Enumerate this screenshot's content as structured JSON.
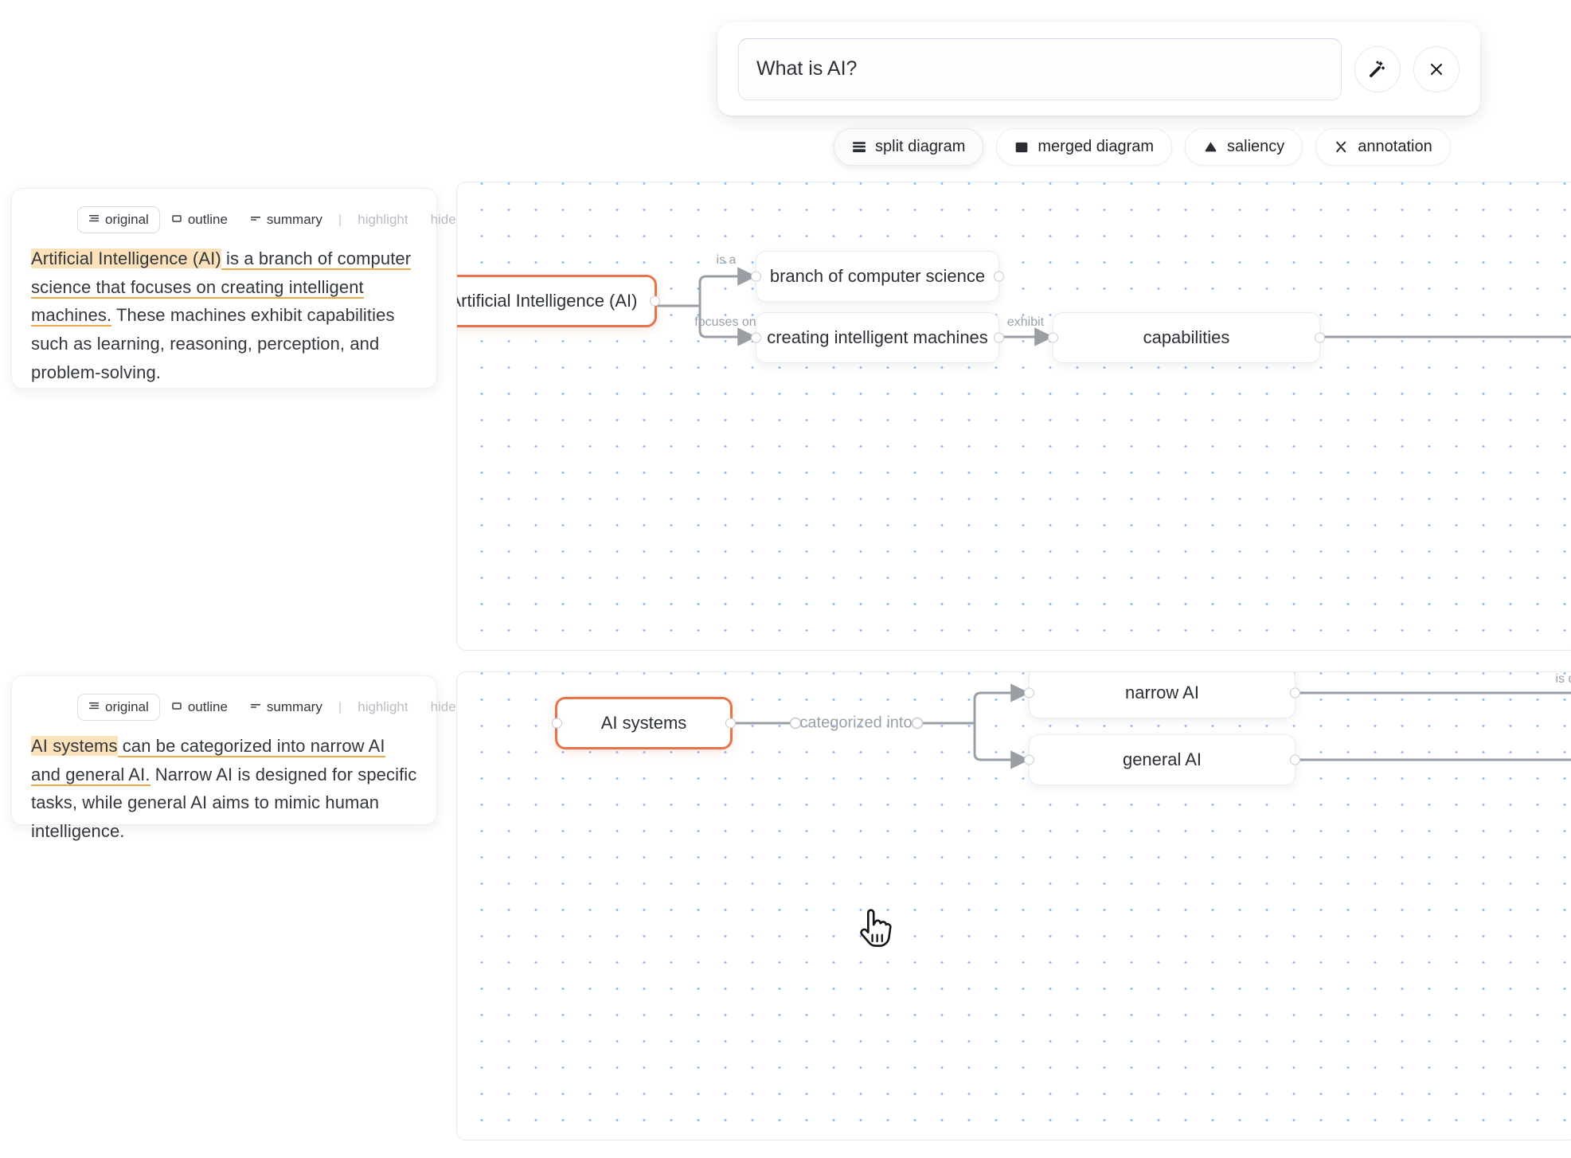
{
  "search": {
    "value": "What is AI?",
    "placeholder": "What is AI?",
    "generate_icon": "magic-wand-icon",
    "close_icon": "close-icon"
  },
  "mode_bar": {
    "buttons": [
      {
        "label": "split diagram",
        "icon": "stacked-lines-icon",
        "active": true
      },
      {
        "label": "merged diagram",
        "icon": "filled-square-icon",
        "active": false
      },
      {
        "label": "saliency",
        "icon": "heatmap-mountain-icon",
        "active": false
      },
      {
        "label": "annotation",
        "icon": "pen-strike-icon",
        "active": false
      }
    ]
  },
  "cards": [
    {
      "tools": {
        "original": "original",
        "outline": "outline",
        "summary": "summary",
        "separator": "|",
        "highlight": "highlight",
        "hide": "hide"
      },
      "segments": [
        {
          "text": "Artificial Intelligence (AI)",
          "highlight": true,
          "underline": false
        },
        {
          "text": " is a branch of computer science that focuses on creating intelligent machines.",
          "highlight": false,
          "underline": true
        },
        {
          "text": " These machines exhibit capabilities such as learning, reasoning, perception, and problem-solving.",
          "highlight": false,
          "underline": false
        }
      ]
    },
    {
      "tools": {
        "original": "original",
        "outline": "outline",
        "summary": "summary",
        "separator": "|",
        "highlight": "highlight",
        "hide": "hide"
      },
      "segments": [
        {
          "text": "AI systems",
          "highlight": true,
          "underline": false
        },
        {
          "text": " can be categorized into narrow AI and general AI.",
          "highlight": false,
          "underline": true
        },
        {
          "text": " Narrow AI is designed for specific tasks, while general AI aims to mimic human intelligence.",
          "highlight": false,
          "underline": false
        }
      ]
    }
  ],
  "diagrams": [
    {
      "id": "diagram-1",
      "nodes": [
        {
          "id": "n1",
          "label": "Artificial Intelligence (AI)",
          "selected": true
        },
        {
          "id": "n2",
          "label": "branch of computer science",
          "selected": false
        },
        {
          "id": "n3",
          "label": "creating intelligent machines",
          "selected": false
        },
        {
          "id": "n4",
          "label": "capabilities",
          "selected": false
        }
      ],
      "edges": [
        {
          "from": "n1",
          "to": "n2",
          "label": "is a"
        },
        {
          "from": "n1",
          "to": "n3",
          "label": "focuses on"
        },
        {
          "from": "n3",
          "to": "n4",
          "label": "exhibit"
        }
      ]
    },
    {
      "id": "diagram-2",
      "nodes": [
        {
          "id": "m1",
          "label": "AI systems",
          "selected": true
        },
        {
          "id": "m2",
          "label": "narrow AI",
          "selected": false
        },
        {
          "id": "m3",
          "label": "general AI",
          "selected": false
        }
      ],
      "edges": [
        {
          "from": "m1",
          "to": "m2",
          "label": "categorized into"
        },
        {
          "from": "m1",
          "to": "m3",
          "label": "categorized into"
        },
        {
          "from": "m2",
          "to": "offscreen",
          "label": "is d"
        }
      ]
    }
  ],
  "colors": {
    "accent_orange": "#e8734a",
    "highlight_yellow": "#fbe2bb",
    "underline_orange": "#e9a94b",
    "grid_dot": "#8ab4f0",
    "edge_gray": "#9a9fa6",
    "text_primary": "#2b2f36",
    "text_muted": "#9aa0a9"
  }
}
